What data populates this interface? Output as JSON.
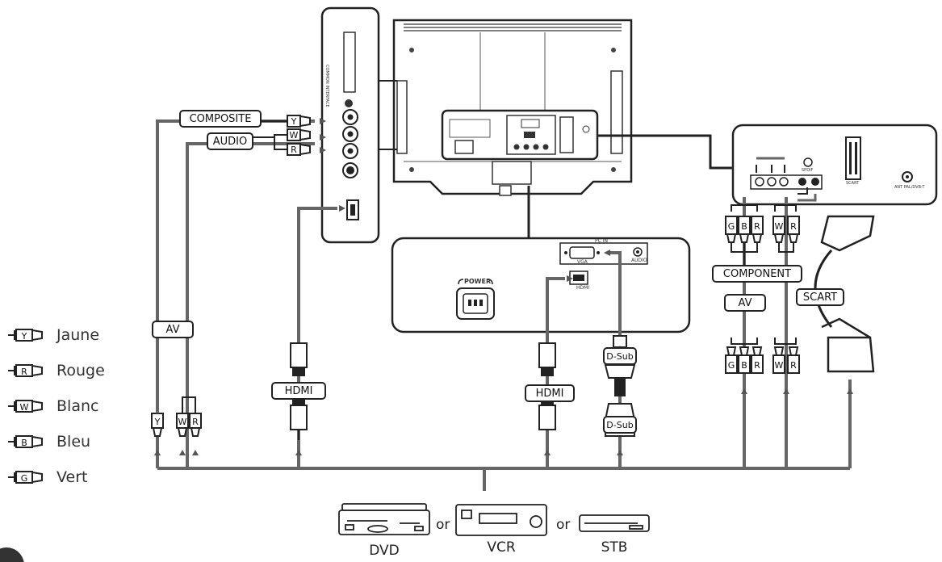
{
  "legend": [
    {
      "letter": "Y",
      "name": "Jaune"
    },
    {
      "letter": "R",
      "name": "Rouge"
    },
    {
      "letter": "W",
      "name": "Blanc"
    },
    {
      "letter": "B",
      "name": "Bleu"
    },
    {
      "letter": "G",
      "name": "Vert"
    }
  ],
  "labels": {
    "composite": "COMPOSITE",
    "audio": "AUDIO",
    "av_left": "AV",
    "hdmi_left": "HDMI",
    "hdmi_mid": "HDMI",
    "dsub_top": "D-Sub",
    "dsub_bottom": "D-Sub",
    "component": "COMPONENT",
    "av_right": "AV",
    "scart": "SCART",
    "power": "POWER",
    "pc_in": "PC IN",
    "vga": "VGA",
    "audio_port": "AUDIO",
    "hdmi_port": "HDMI",
    "common_interface": "COMMON INTERFACE",
    "spdif": "SPDIF",
    "scart_port": "SCART",
    "ant": "ANT PAL/DVB-T"
  },
  "plugs": {
    "composite_y": "Y",
    "audio_w": "W",
    "audio_r": "R",
    "bottom_left": [
      "Y",
      "W",
      "R"
    ],
    "component_top": [
      "G",
      "B",
      "R"
    ],
    "component_bottom": [
      "G",
      "B",
      "R"
    ],
    "audio_right_top": [
      "W",
      "R"
    ],
    "audio_right_bottom": [
      "W",
      "R"
    ]
  },
  "devices": {
    "dvd": "DVD",
    "vcr": "VCR",
    "stb": "STB",
    "or1": "or",
    "or2": "or"
  }
}
